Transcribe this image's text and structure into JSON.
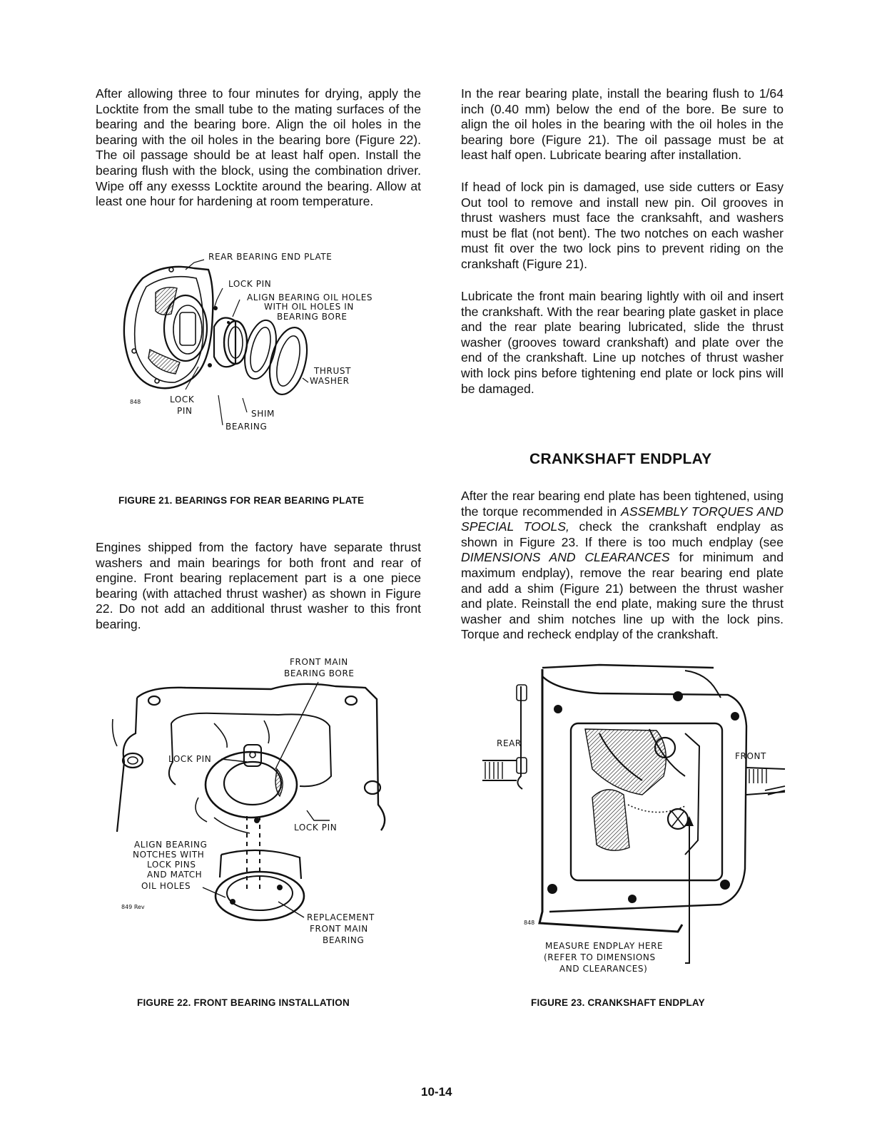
{
  "left_column": {
    "para1": "After allowing three to four minutes for drying, apply the Locktite from the small tube to the mating surfaces of the bearing and the bearing bore. Align the oil holes in the bearing with the oil holes in the bearing bore (Figure 22). The oil passage should be at least half open. Install the bearing flush with the block, using the combination driver. Wipe off any exesss Locktite around the bearing. Allow at least one hour for hardening at room temperature.",
    "para2": "Engines shipped from the factory have separate thrust washers and main bearings for both front and rear of engine. Front bearing replacement part is a one piece bearing (with attached thrust washer) as shown in Figure 22. Do not add an additional thrust washer to this front bearing."
  },
  "right_column": {
    "para1": "In the rear bearing plate, install the bearing flush to 1/64 inch (0.40 mm) below the end of the bore. Be sure to align the oil holes in the bearing with the oil holes in the bearing bore (Figure 21). The oil passage must be at least half open. Lubricate bearing after installation.",
    "para2": "If head of lock pin is damaged, use side cutters or Easy Out tool to remove and install new pin. Oil grooves in thrust washers must face the cranksahft, and washers must be flat (not bent). The two notches on each washer must fit over the two lock pins to prevent riding on the crankshaft (Figure 21).",
    "para3": "Lubricate the front main bearing lightly with oil and insert the crankshaft. With the rear bearing plate gasket in place and the rear plate bearing lubricated, slide the thrust washer (grooves toward crankshaft) and plate over the end of the crankshaft. Line up notches of thrust washer with lock pins before tightening end plate or lock pins will be damaged.",
    "heading": "CRANKSHAFT ENDPLAY",
    "para4_a": "After the rear bearing end plate has been tightened, using the torque recommended in ",
    "para4_ref1": "ASSEMBLY TORQUES AND SPECIAL TOOLS,",
    "para4_b": " check the crankshaft endplay as shown in Figure 23. If there is too much endplay (see ",
    "para4_ref2": "DIMENSIONS AND CLEARANCES",
    "para4_c": " for minimum and maximum endplay), remove the rear bearing end plate and add a shim (Figure 21) between the thrust washer and plate. Reinstall the end plate, making sure the thrust washer and shim notches line up with the lock pins. Torque and recheck endplay of the crankshaft."
  },
  "figure21": {
    "caption": "FIGURE  21.  BEARINGS FOR REAR BEARING PLATE",
    "labels": {
      "end_plate": "REAR BEARING END PLATE",
      "lock_pin_top": "LOCK PIN",
      "align_1": "ALIGN BEARING OIL HOLES",
      "align_2": "WITH OIL HOLES IN",
      "align_3": "BEARING BORE",
      "thrust_1": "THRUST",
      "thrust_2": "WASHER",
      "lock_1": "LOCK",
      "lock_2": "PIN",
      "shim": "SHIM",
      "bearing": "BEARING",
      "code": "848"
    }
  },
  "figure22": {
    "caption": "FIGURE  22.  FRONT BEARING INSTALLATION",
    "labels": {
      "bore_1": "FRONT MAIN",
      "bore_2": "BEARING BORE",
      "lock_pin_a": "LOCK PIN",
      "lock_pin_b": "LOCK PIN",
      "align_1": "ALIGN BEARING",
      "align_2": "NOTCHES WITH",
      "align_3": "LOCK PINS",
      "align_4": "AND MATCH",
      "align_5": "OIL HOLES",
      "repl_1": "REPLACEMENT",
      "repl_2": "FRONT MAIN",
      "repl_3": "BEARING",
      "code": "849 Rev"
    }
  },
  "figure23": {
    "caption": "FIGURE  23.  CRANKSHAFT ENDPLAY",
    "labels": {
      "rear": "REAR",
      "front": "FRONT",
      "measure_1": "MEASURE ENDPLAY HERE",
      "measure_2": "(REFER TO DIMENSIONS",
      "measure_3": "AND CLEARANCES)",
      "code": "848"
    }
  },
  "page_number": "10-14"
}
